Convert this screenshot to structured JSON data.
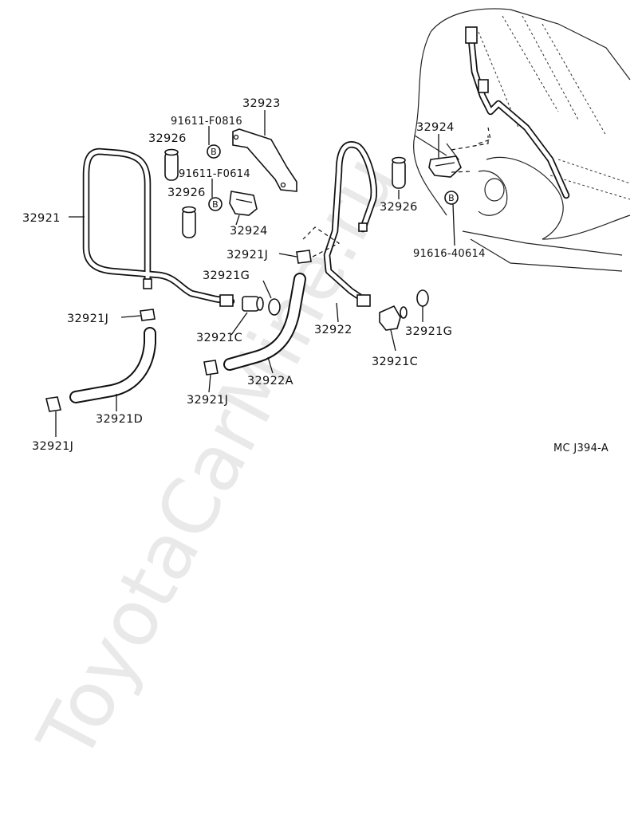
{
  "watermark": "ToyotaCarMine.ru",
  "diagram_code": "MC J394-A",
  "bolt_symbol": "B",
  "labels": {
    "p32923": "32923",
    "p91611_f0816": "91611-F0816",
    "p32926_a": "32926",
    "p91611_f0614": "91611-F0614",
    "p32926_b": "32926",
    "p32924_a": "32924",
    "p32921": "32921",
    "p32921j_a": "32921J",
    "p32921g_a": "32921G",
    "p32921j_b": "32921J",
    "p32921c_a": "32921C",
    "p32922a": "32922A",
    "p32921j_c": "32921J",
    "p32921d": "32921D",
    "p32921j_d": "32921J",
    "p32924_b": "32924",
    "p32926_c": "32926",
    "p91616_40614": "91616-40614",
    "p32922": "32922",
    "p32921g_b": "32921G",
    "p32921c_b": "32921C"
  },
  "colors": {
    "ink": "#111111",
    "watermark": "#e9e9e9",
    "background": "#ffffff"
  }
}
